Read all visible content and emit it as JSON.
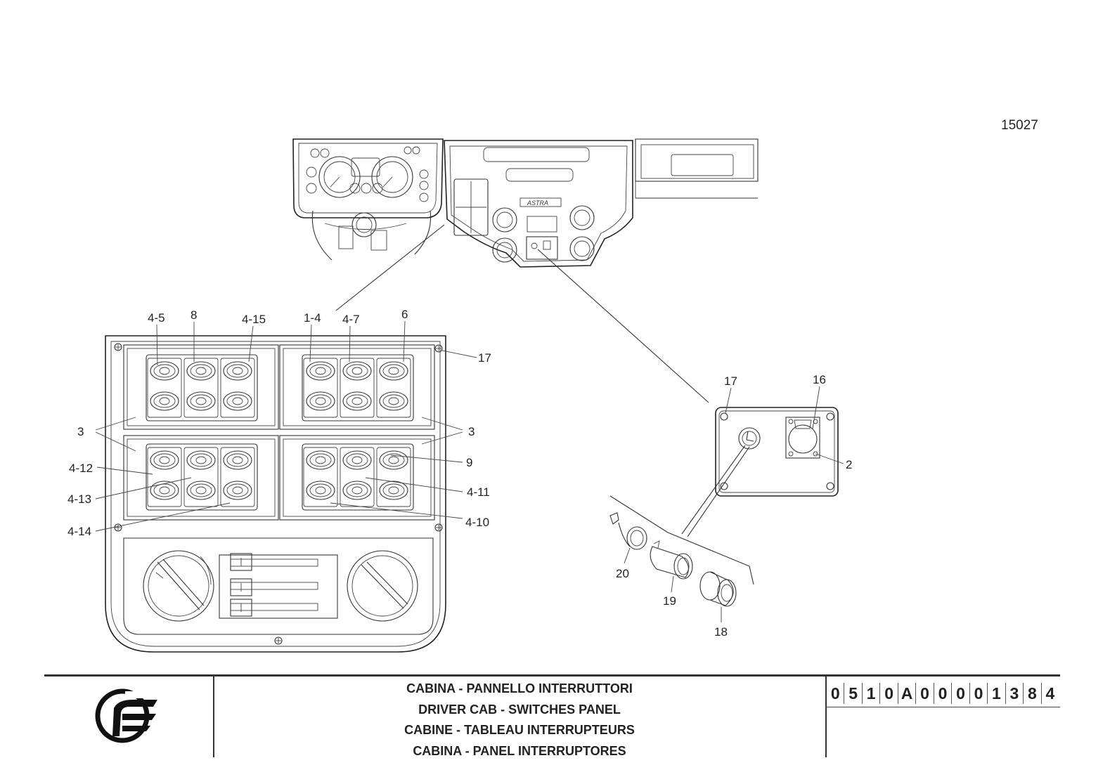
{
  "drawing_number": "15027",
  "callouts": {
    "c_4_5": "4-5",
    "c_8": "8",
    "c_4_15": "4-15",
    "c_1_4": "1-4",
    "c_4_7": "4-7",
    "c_6": "6",
    "c_17a": "17",
    "c_3a": "3",
    "c_3b": "3",
    "c_9": "9",
    "c_4_12": "4-12",
    "c_4_13": "4-13",
    "c_4_11": "4-11",
    "c_4_14": "4-14",
    "c_4_10": "4-10",
    "c_17b": "17",
    "c_16": "16",
    "c_2": "2",
    "c_20": "20",
    "c_19": "19",
    "c_18": "18"
  },
  "brand_label": "ASTRA",
  "title_block": {
    "line_it": "CABINA - PANNELLO INTERRUTTORI",
    "line_en": "DRIVER CAB - SWITCHES PANEL",
    "line_fr": "CABINE - TABLEAU INTERRUPTEURS",
    "line_es": "CABINA - PANEL INTERRUPTORES",
    "code_chars": [
      "0",
      "5",
      "1",
      "0",
      "A",
      "0",
      "0",
      "0",
      "0",
      "1",
      "3",
      "8",
      "4"
    ]
  },
  "icons": {
    "logo": "manufacturer-logo-icon"
  }
}
